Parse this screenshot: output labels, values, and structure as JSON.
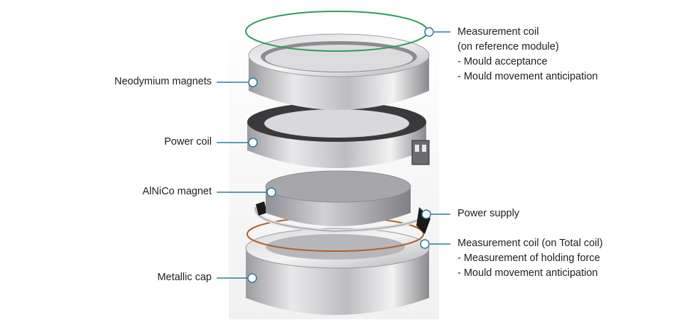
{
  "colors": {
    "leader_line": "#2c7a9a",
    "ring_silver": "#c9c9cb",
    "ring_shadow": "#8e8e92",
    "coil_green": "#2e9b5a",
    "coil_copper": "#b0602c",
    "background": "#ffffff",
    "text": "#1e1e1e"
  },
  "labels": {
    "neodymium": "Neodymium magnets",
    "power_coil": "Power coil",
    "alnico": "AlNiCo magnet",
    "metallic_cap": "Metallic cap",
    "power_supply": "Power supply",
    "measurement_ref": {
      "title": "Measurement coil",
      "sub": "(on reference module)",
      "items": [
        "- Mould acceptance",
        "- Mould movement anticipation"
      ]
    },
    "measurement_total": {
      "title": "Measurement coil (on Total coil)",
      "items": [
        "- Measurement of holding force",
        "- Mould movement anticipation"
      ]
    }
  }
}
